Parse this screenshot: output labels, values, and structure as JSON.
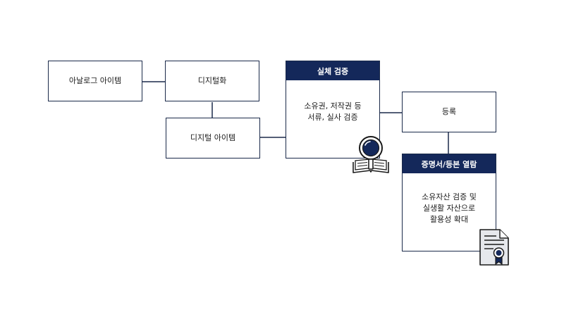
{
  "nodes": {
    "analog": "아날로그 아이템",
    "digitalize": "디지털화",
    "digital_item": "디지털 아이템",
    "verify": {
      "title": "실체 검증",
      "body": "소유권, 저작권 등\n서류, 실사 검증"
    },
    "register": "등록",
    "certificate": {
      "title": "증명서/등본 열람",
      "body": "소유자산 검증 및\n실생활 자산으로\n활용성 확대"
    }
  },
  "icons": {
    "verify_icon": "book-magnifier-icon",
    "certificate_icon": "certificate-document-icon"
  },
  "colors": {
    "header": "#14285a",
    "border": "#1b2a4a"
  }
}
